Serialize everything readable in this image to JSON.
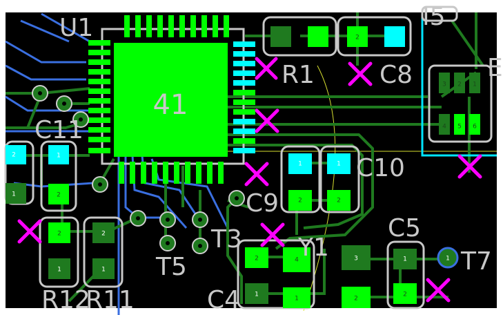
{
  "view": {
    "title": "PCB layout view"
  },
  "chip_label": "41",
  "designators": {
    "u1": "U1",
    "r1": "R1",
    "c8": "C8",
    "c11": "C11",
    "c10": "C10",
    "c9": "C9",
    "c5": "C5",
    "t3": "T3",
    "t5": "T5",
    "t7": "T7",
    "y1": "Y1",
    "r12": "R12",
    "r11": "R11",
    "c4": "C4",
    "top_right": "I5",
    "e_partial": "E"
  },
  "pad_numbers": {
    "one": "1",
    "two": "2",
    "three": "3",
    "four": "4",
    "five": "5",
    "six": "6"
  },
  "colors": {
    "background": "#000000",
    "copper_top": "#00ff00",
    "pad_cyan": "#00ffff",
    "trace_green": "#1f7a1f",
    "trace_blue": "#3a6fe0",
    "drc_marker": "#ff00ff",
    "silkscreen": "#c8c8c8",
    "courtyard": "#d8e030"
  }
}
